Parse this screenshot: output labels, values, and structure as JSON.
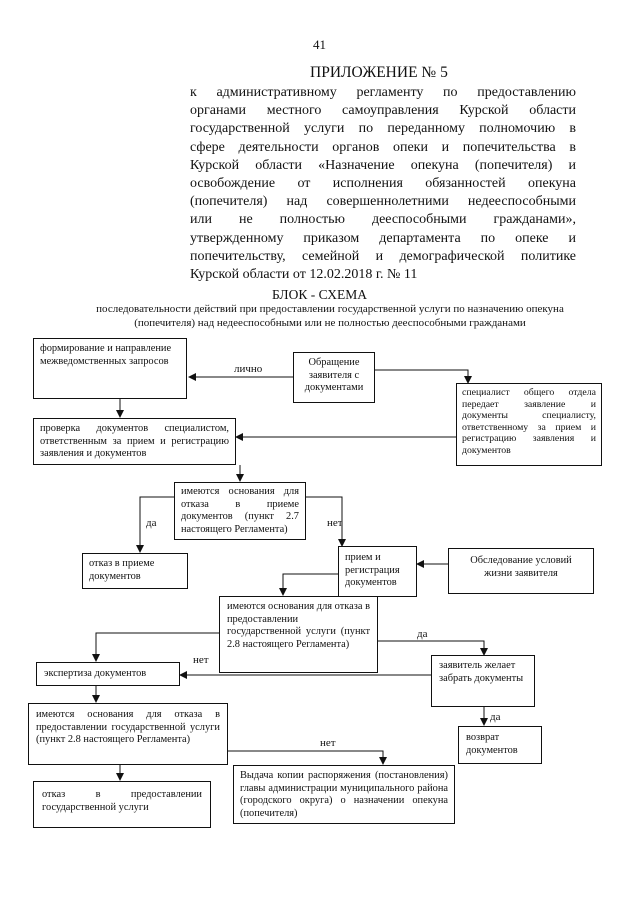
{
  "page_number": "41",
  "appendix": {
    "title": "ПРИЛОЖЕНИЕ № 5",
    "lines": [
      "к административному регламенту по предоставлению",
      "органами местного самоуправления Курской области",
      "государственной услуги по переданному полномочию в",
      "сфере деятельности органов опеки и попечительства в",
      "Курской области «Назначение опекуна (попечителя) и",
      "освобождение от исполнения обязанностей опекуна",
      "(попечителя) над совершеннолетними недееспособными",
      "или не полностью дееспособными гражданами»,",
      "утвержденному приказом департамента по опеке и",
      "попечительству, семейной и демографической политике",
      "Курской области от 12.02.2018 г. № 11"
    ]
  },
  "scheme": {
    "title": "БЛОК - СХЕМА",
    "subtitle": "последовательности действий при предоставлении государственной услуги по назначению опекуна (попечителя) над недееспособными или не полностью дееспособными гражданами"
  },
  "boxes": {
    "form_requests": "формирование и направление межведомственных запросов",
    "application": "Обращение заявителя с документами",
    "specialist": "специалист общего отдела передает заявление и документы специалисту, ответственному за прием и регистрацию заявления и документов",
    "check_docs": "проверка документов специалистом, ответственным за прием и регистрацию заявления и документов",
    "refusal_grounds_reception": "имеются основания для отказа в приеме документов (пункт 2.7 настоящего Регламента)",
    "refusal_reception": "отказ в приеме документов",
    "reception_registration": "прием и регистрация документов",
    "living_survey": "Обследование условий жизни заявителя",
    "refusal_grounds_service": "имеются основания для отказа в предоставлении государственной услуги (пункт 2.8 настоящего Регламента)",
    "expertise": "экспертиза документов",
    "wish_return": "заявитель желает забрать документы",
    "refusal_grounds_service_2": "имеются основания для отказа в предоставлении государственной услуги (пункт 2.8 настоящего Регламента)",
    "return_docs": "возврат документов",
    "refusal_service": "отказ в предоставлении государственной услуги",
    "issue_copy": "Выдача копии распоряжения (постановления) главы администрации муниципального района (городского округа) о назначении опекуна (попечителя)"
  },
  "labels": {
    "in_person": "лично",
    "yes": "да",
    "no": "нет"
  }
}
